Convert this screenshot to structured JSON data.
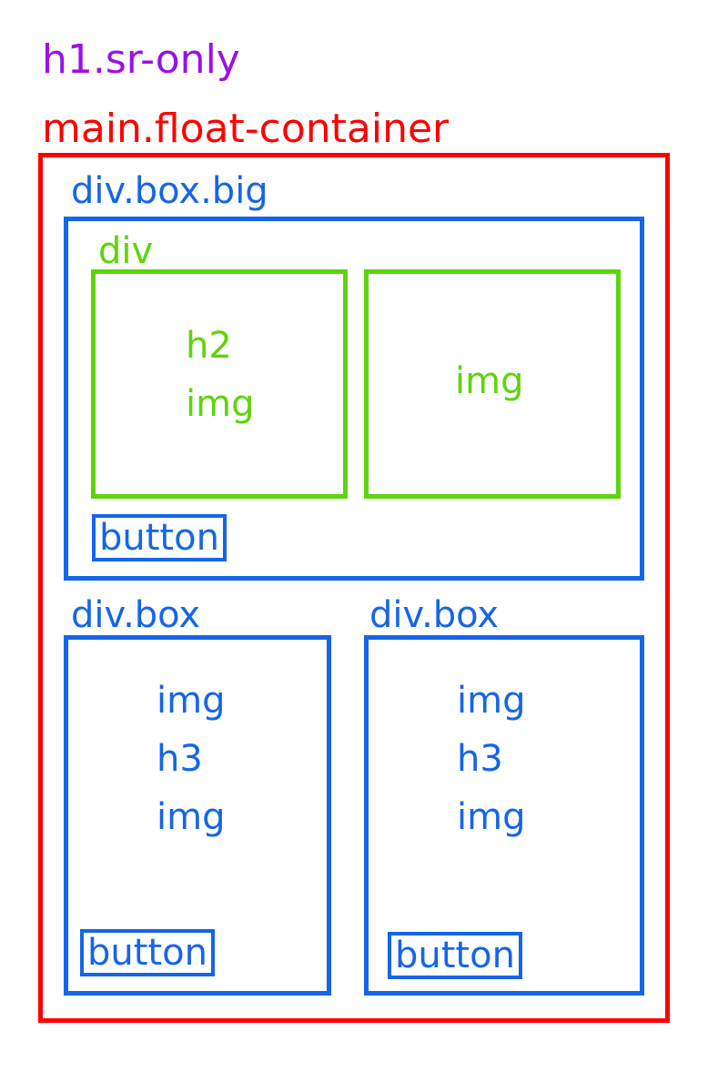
{
  "labels": {
    "h1": "h1.sr-only",
    "main": "main.float-container",
    "box_big": "div.box.big",
    "inner_div": "div",
    "box_left": "div.box",
    "box_right": "div.box"
  },
  "big_box": {
    "left_card": [
      "h2",
      "img"
    ],
    "right_card": [
      "img"
    ],
    "button": "button"
  },
  "small_boxes": [
    {
      "items": [
        "img",
        "h3",
        "img"
      ],
      "button": "button"
    },
    {
      "items": [
        "img",
        "h3",
        "img"
      ],
      "button": "button"
    }
  ],
  "colors": {
    "h1": "#9b10e6",
    "main": "#ff0000",
    "box": "#1565e8",
    "div": "#5fd40c"
  }
}
